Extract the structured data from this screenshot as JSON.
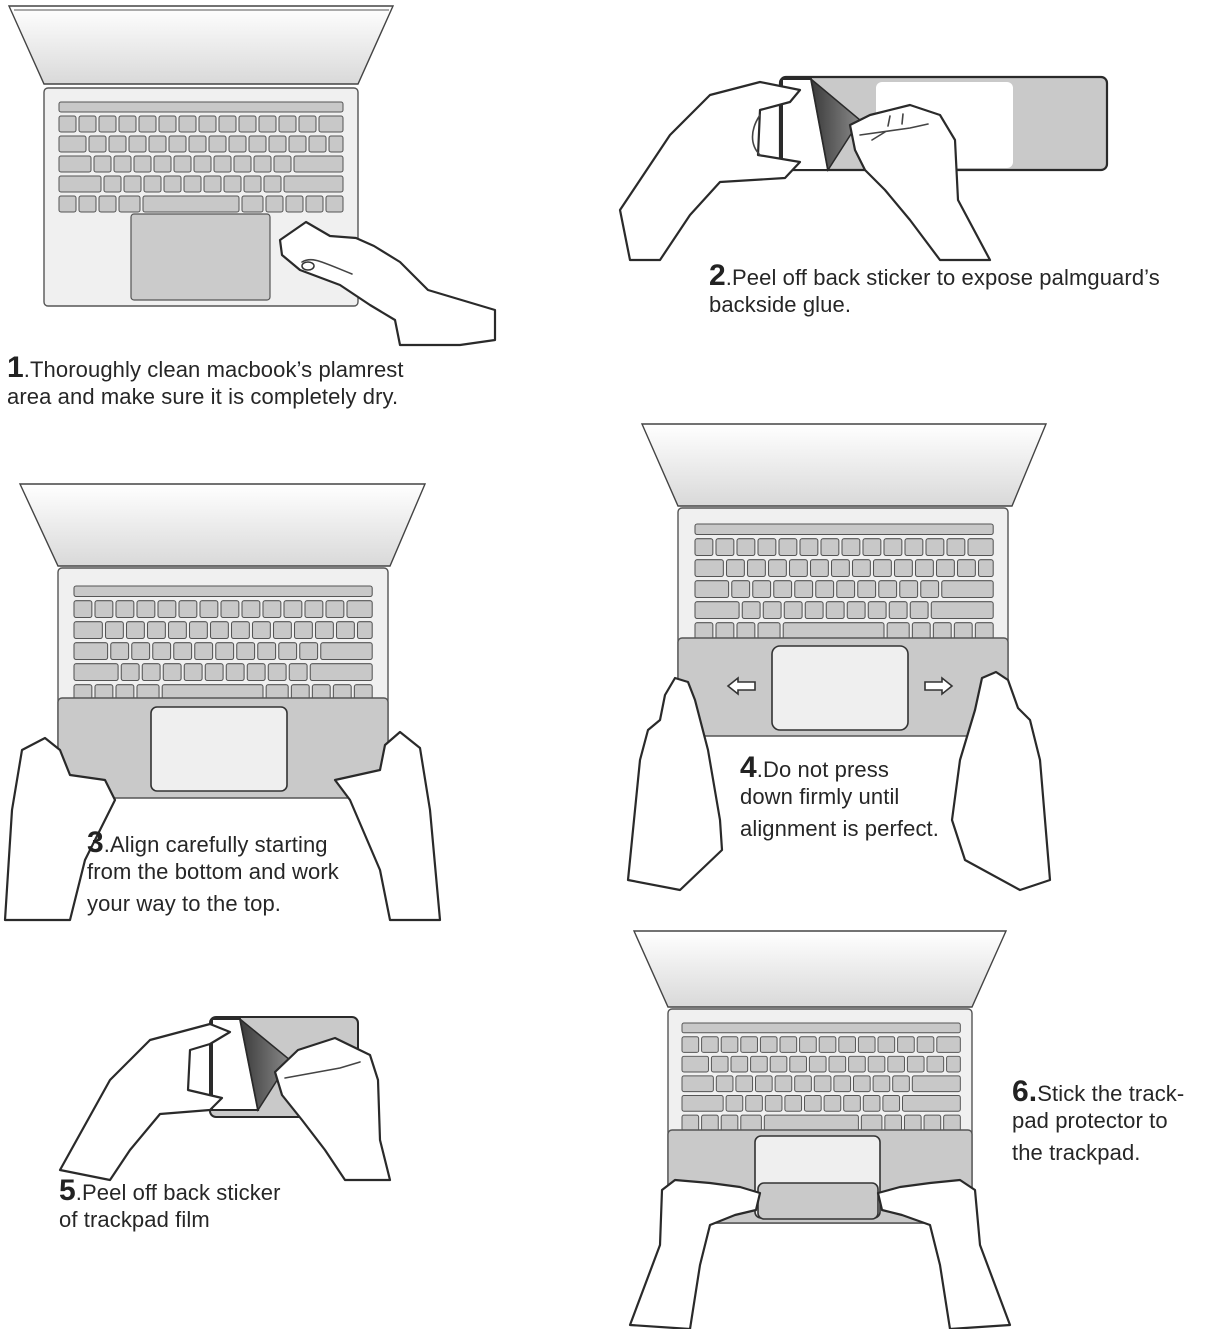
{
  "title": "Palmguard and trackpad protector installation steps",
  "steps": [
    {
      "number": "1",
      "lines": [
        ".Thoroughly clean macbook’s plamrest",
        "area and make sure it is completely dry."
      ]
    },
    {
      "number": "2",
      "lines": [
        ".Peel off back sticker to expose palmguard’s",
        "backside glue."
      ]
    },
    {
      "number": "3",
      "lines": [
        ".Align carefully starting",
        "from the bottom and work",
        "your way to the top."
      ]
    },
    {
      "number": "4",
      "lines": [
        ".Do not press",
        "down firmly until",
        "alignment is perfect."
      ]
    },
    {
      "number": "5",
      "lines": [
        ".Peel off back sticker",
        "of trackpad film"
      ]
    },
    {
      "number": "6.",
      "lines": [
        "Stick the track-",
        "pad protector to",
        "the trackpad."
      ]
    }
  ],
  "illustrations": {
    "step1": "laptop-with-hand-wiping-cloth",
    "step2": "hands-peeling-palmguard-backing",
    "step3": "laptop-hands-aligning-palmguard",
    "step4": "laptop-hands-with-arrows",
    "step5": "hands-peeling-trackpad-film",
    "step6": "laptop-hands-applying-trackpad-film"
  },
  "colors": {
    "text": "#262626",
    "palmguard": "#c9c9c9",
    "laptop_body": "#f0f0f0",
    "outline": "#2a2a2a"
  }
}
